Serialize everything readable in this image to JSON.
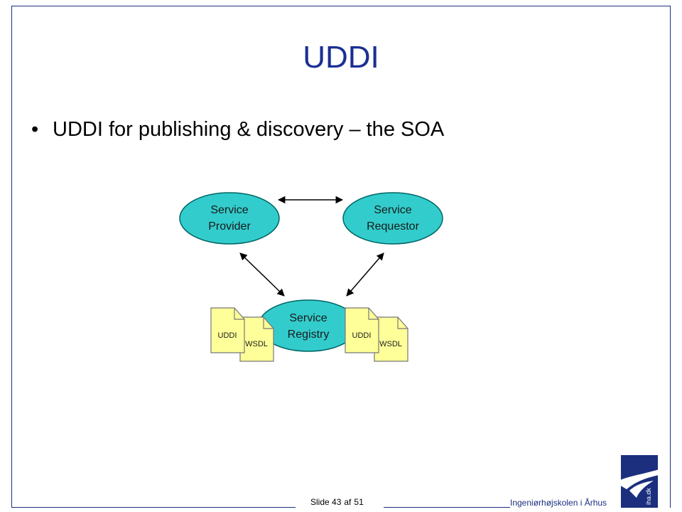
{
  "slide": {
    "title": "UDDI",
    "bullet": "UDDI for publishing & discovery – the SOA"
  },
  "diagram": {
    "provider_line1": "Service",
    "provider_line2": "Provider",
    "requestor_line1": "Service",
    "requestor_line2": "Requestor",
    "registry_line1": "Service",
    "registry_line2": "Registry",
    "doc_uddi": "UDDI",
    "doc_wsdl": "WSDL"
  },
  "footer": {
    "slide_label": "Slide 43",
    "of_label": "af",
    "total": "51",
    "school": "Ingeniørhøjskolen i Århus",
    "logo_text": "iha.dk"
  },
  "colors": {
    "title": "#1b2f93",
    "ellipse_fill": "#33cccc",
    "ellipse_stroke": "#006666",
    "doc_fill": "#ffff99",
    "doc_stroke": "#777777",
    "frame": "#1b2f7e",
    "logo": "#1b2f7e"
  }
}
